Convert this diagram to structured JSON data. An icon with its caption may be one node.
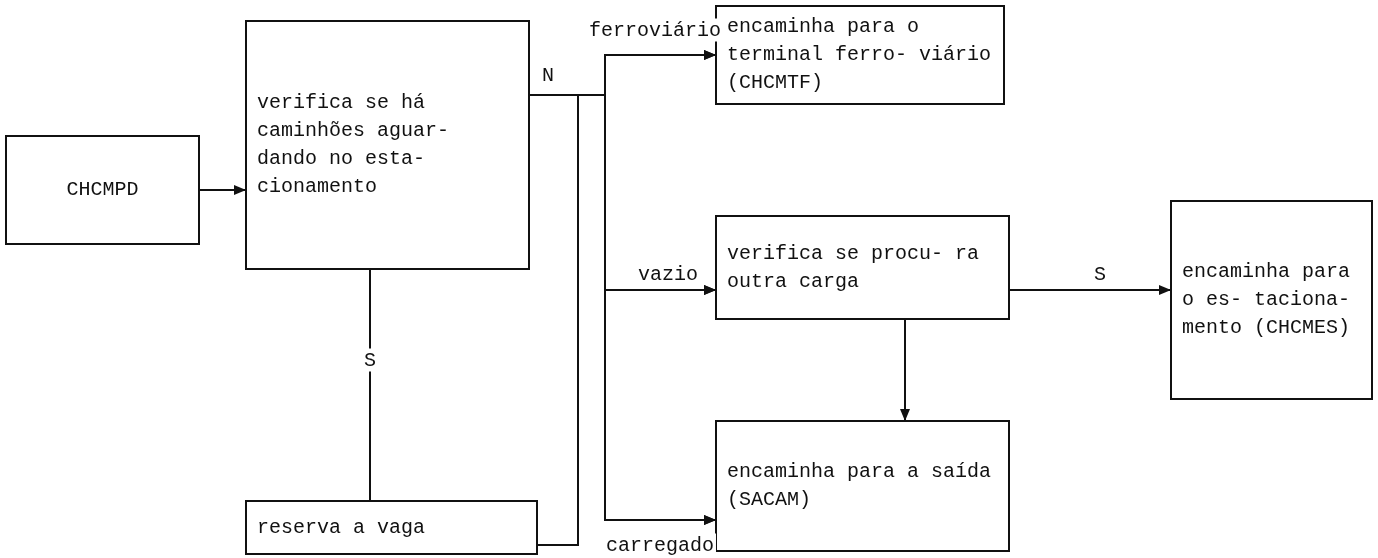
{
  "diagram": {
    "nodes": [
      {
        "text": [
          "CHCMPD"
        ]
      },
      {
        "text": [
          "verifica se há caminhões aguar- dando no esta- cionamento"
        ]
      },
      {
        "text": [
          "encaminha para o terminal ferro- viário (CHCMTF)"
        ]
      },
      {
        "text": [
          "verifica se procu- ra outra carga"
        ]
      },
      {
        "text": [
          "encaminha para o es- taciona- mento (CHCMES)"
        ]
      },
      {
        "text": [
          "encaminha para a saída (SACAM)"
        ]
      },
      {
        "text": [
          "reserva a vaga"
        ]
      }
    ],
    "edges": [
      {
        "from": 0,
        "to": 1,
        "arrow": "to"
      },
      {
        "from": 1,
        "to": 2,
        "arrow": "to",
        "label": "ferroviário"
      },
      {
        "from": 1,
        "to": 3,
        "arrow": "to",
        "label": "vazio"
      },
      {
        "from": 1,
        "to": 5,
        "arrow": "to",
        "label": "carregado"
      },
      {
        "from": 6,
        "to": 2,
        "arrow": "to"
      },
      {
        "from": 6,
        "to": 3,
        "arrow": "to"
      },
      {
        "from": 6,
        "to": 5,
        "arrow": "to"
      },
      {
        "from": 1,
        "to": 6,
        "arrow": "none",
        "label": "S"
      },
      {
        "from": 3,
        "to": 4,
        "arrow": "to",
        "label": "S"
      },
      {
        "from": 3,
        "to": 5,
        "arrow": "to"
      }
    ],
    "labels": [
      "N"
    ]
  }
}
